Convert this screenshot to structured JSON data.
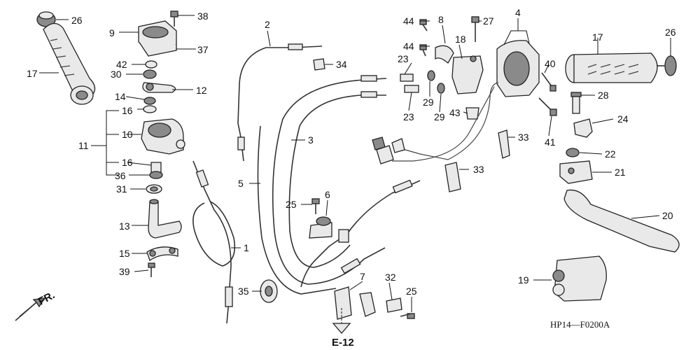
{
  "diagram": {
    "code": "HP14—F0200A",
    "reference": "E-12",
    "direction_label": "FR.",
    "callouts": [
      {
        "key": "c26a",
        "text": "26"
      },
      {
        "key": "c38",
        "text": "38"
      },
      {
        "key": "c9",
        "text": "9"
      },
      {
        "key": "c37",
        "text": "37"
      },
      {
        "key": "c42",
        "text": "42"
      },
      {
        "key": "c17a",
        "text": "17"
      },
      {
        "key": "c30",
        "text": "30"
      },
      {
        "key": "c12",
        "text": "12"
      },
      {
        "key": "c14",
        "text": "14"
      },
      {
        "key": "c16a",
        "text": "16"
      },
      {
        "key": "c10",
        "text": "10"
      },
      {
        "key": "c11",
        "text": "11"
      },
      {
        "key": "c16b",
        "text": "16"
      },
      {
        "key": "c36",
        "text": "36"
      },
      {
        "key": "c31",
        "text": "31"
      },
      {
        "key": "c13",
        "text": "13"
      },
      {
        "key": "c15",
        "text": "15"
      },
      {
        "key": "c39",
        "text": "39"
      },
      {
        "key": "c2",
        "text": "2"
      },
      {
        "key": "c34",
        "text": "34"
      },
      {
        "key": "c3",
        "text": "3"
      },
      {
        "key": "c5",
        "text": "5"
      },
      {
        "key": "c1",
        "text": "1"
      },
      {
        "key": "c35",
        "text": "35"
      },
      {
        "key": "c25a",
        "text": "25"
      },
      {
        "key": "c6",
        "text": "6"
      },
      {
        "key": "c7",
        "text": "7"
      },
      {
        "key": "c32",
        "text": "32"
      },
      {
        "key": "c25b",
        "text": "25"
      },
      {
        "key": "c44a",
        "text": "44"
      },
      {
        "key": "c8",
        "text": "8"
      },
      {
        "key": "c27",
        "text": "27"
      },
      {
        "key": "c4",
        "text": "4"
      },
      {
        "key": "c44b",
        "text": "44"
      },
      {
        "key": "c18",
        "text": "18"
      },
      {
        "key": "c23a",
        "text": "23"
      },
      {
        "key": "c23b",
        "text": "23"
      },
      {
        "key": "c29a",
        "text": "29"
      },
      {
        "key": "c29b",
        "text": "29"
      },
      {
        "key": "c43",
        "text": "43"
      },
      {
        "key": "c40",
        "text": "40"
      },
      {
        "key": "c17b",
        "text": "17"
      },
      {
        "key": "c26b",
        "text": "26"
      },
      {
        "key": "c28",
        "text": "28"
      },
      {
        "key": "c24",
        "text": "24"
      },
      {
        "key": "c41",
        "text": "41"
      },
      {
        "key": "c33a",
        "text": "33"
      },
      {
        "key": "c33b",
        "text": "33"
      },
      {
        "key": "c22",
        "text": "22"
      },
      {
        "key": "c21",
        "text": "21"
      },
      {
        "key": "c20",
        "text": "20"
      },
      {
        "key": "c19",
        "text": "19"
      }
    ]
  }
}
